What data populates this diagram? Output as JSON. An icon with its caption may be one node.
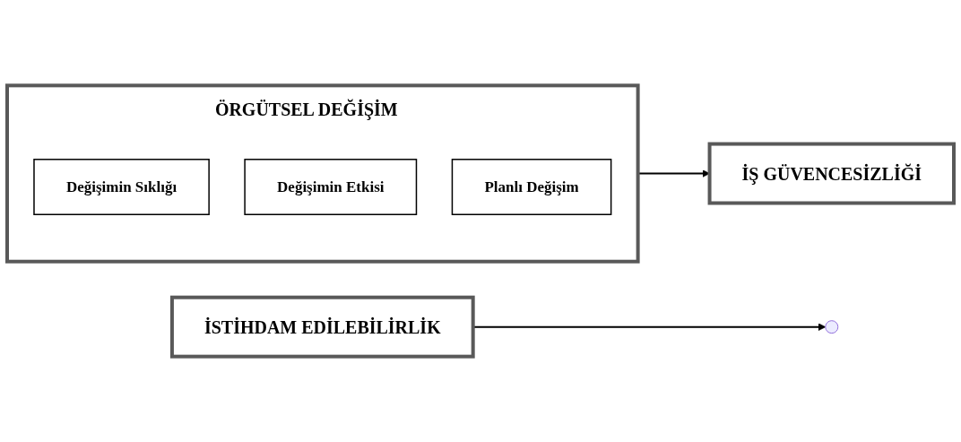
{
  "diagram": {
    "nodes": [
      {
        "text": [
          "ÖRGÜTSEL DEĞİŞİM"
        ]
      },
      {
        "text": [
          "Değişimin Sıklığı"
        ],
        "in": 0
      },
      {
        "text": [
          "Değişimin Etkisi"
        ],
        "in": 0
      },
      {
        "text": [
          "Planlı Değişim"
        ],
        "in": 0
      },
      {
        "text": [
          "İSTİHDAM EDİLEBİLİRLİK"
        ]
      },
      {
        "text": [
          "İŞ GÜVENCESİZLİĞİ"
        ]
      }
    ],
    "edges": [
      {
        "from": 0,
        "to": 5,
        "arrow": "to"
      },
      {
        "from": 4,
        "to": null,
        "arrow": "to"
      }
    ]
  }
}
